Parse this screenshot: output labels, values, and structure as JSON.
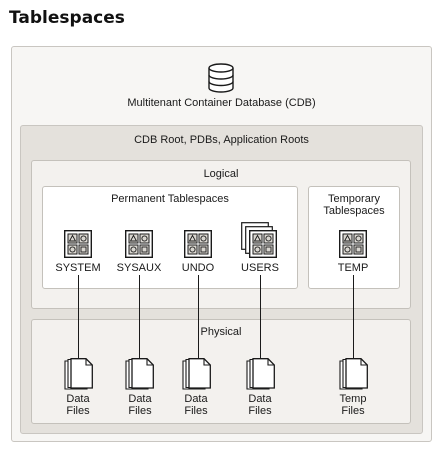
{
  "page_title": "Tablespaces",
  "cdb": {
    "label": "Multitenant Container Database (CDB)",
    "icon": "database-icon"
  },
  "roots": {
    "label": "CDB Root, PDBs, Application Roots"
  },
  "logical": {
    "label": "Logical"
  },
  "permanent": {
    "label": "Permanent Tablespaces",
    "tablespaces": [
      {
        "name": "SYSTEM",
        "icon": "tablespace-icon"
      },
      {
        "name": "SYSAUX",
        "icon": "tablespace-icon"
      },
      {
        "name": "UNDO",
        "icon": "tablespace-icon"
      },
      {
        "name": "USERS",
        "icon": "tablespace-stack-icon"
      }
    ]
  },
  "temporary": {
    "label_line1": "Temporary",
    "label_line2": "Tablespaces",
    "tablespace": {
      "name": "TEMP",
      "icon": "tablespace-icon"
    }
  },
  "physical": {
    "label": "Physical",
    "files": [
      {
        "line1": "Data",
        "line2": "Files",
        "icon": "file-stack-icon"
      },
      {
        "line1": "Data",
        "line2": "Files",
        "icon": "file-stack-icon"
      },
      {
        "line1": "Data",
        "line2": "Files",
        "icon": "file-stack-icon"
      },
      {
        "line1": "Data",
        "line2": "Files",
        "icon": "file-stack-icon"
      },
      {
        "line1": "Temp",
        "line2": "Files",
        "icon": "file-stack-icon"
      }
    ]
  }
}
